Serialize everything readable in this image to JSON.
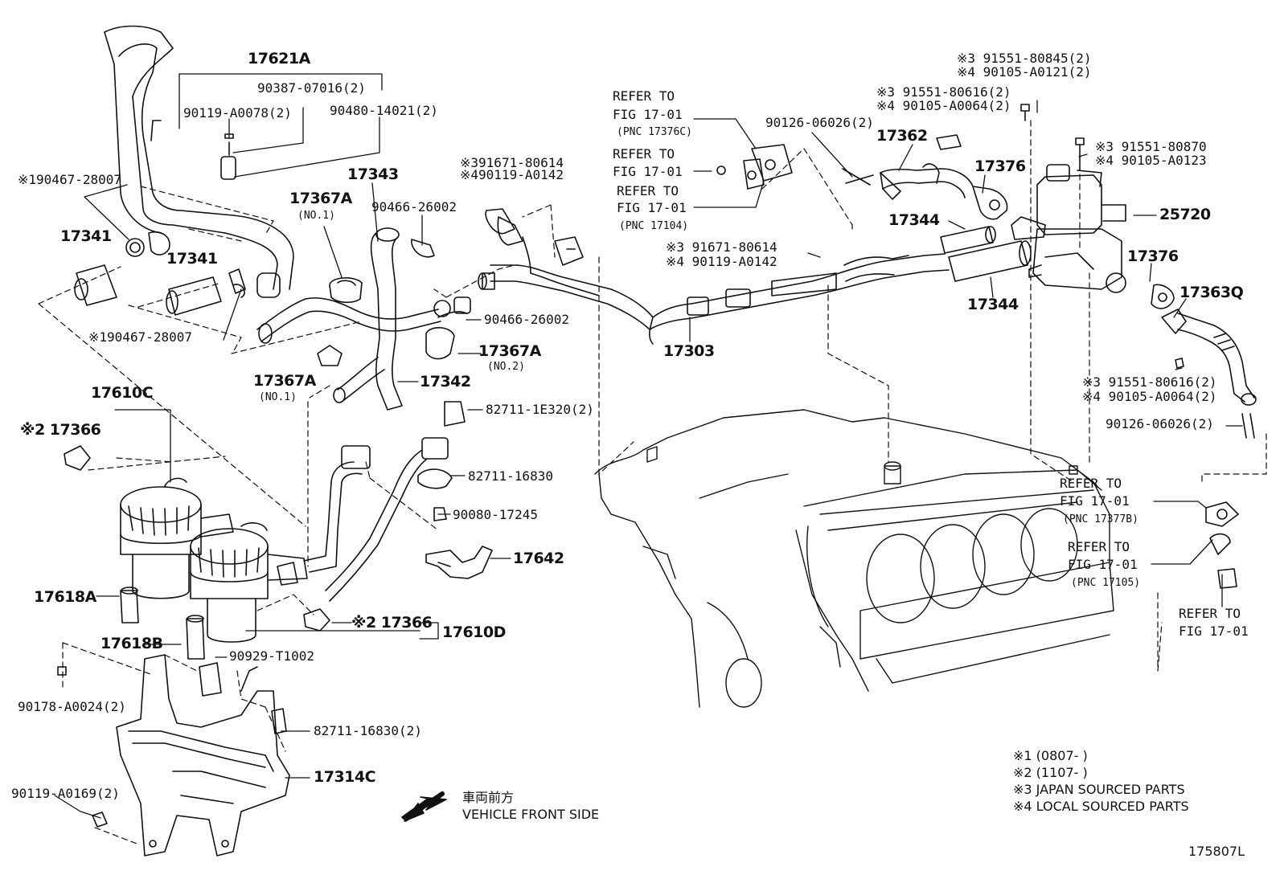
{
  "callouts": {
    "c17621A": "17621A",
    "c90387": "90387-07016(2)",
    "c90119a": "90119-A0078(2)",
    "c90480": "90480-14021(2)",
    "c90467a": "※190467-28007",
    "c17341a": "17341",
    "c17341b": "17341",
    "c90467b": "※190467-28007",
    "c17343": "17343",
    "c17367A1": "17367A",
    "c17367A1n": "(NO.1)",
    "c90466a": "90466-26002",
    "c91671a3": "※391671-80614",
    "c90119b4": "※490119-A0142",
    "c90466b": "90466-26002",
    "c17367A2": "17367A",
    "c17367A2n": "(NO.2)",
    "c17367A3": "17367A",
    "c17367A3n": "(NO.1)",
    "c17342": "17342",
    "c17610C": "17610C",
    "c17366a": "※2 17366",
    "c82711a": "82711-1E320(2)",
    "c82711b": "82711-16830",
    "c90080": "90080-17245",
    "c17642": "17642",
    "c17618A": "17618A",
    "c17366b": "※2 17366",
    "c17610D": "17610D",
    "c17618B": "17618B",
    "c90929": "90929-T1002",
    "c90178": "90178-A0024(2)",
    "c82711c": "82711-16830(2)",
    "c90119c": "90119-A0169(2)",
    "c17314C": "17314C",
    "c17303": "17303",
    "c91671b3": "※3 91671-80614",
    "c90119d4": "※4 90119-A0142",
    "c90126a": "90126-06026(2)",
    "c17362": "17362",
    "c17376a": "17376",
    "c17344a": "17344",
    "c17344b": "17344",
    "c25720": "25720",
    "c17376b": "17376",
    "c17363Q": "17363Q",
    "c91551a3": "※3 91551-80845(2)",
    "c90105a4": "※4 90105-A0121(2)",
    "c91551b3": "※3 91551-80616(2)",
    "c90105b4": "※4 90105-A0064(2)",
    "c91551c3": "※3 91551-80870",
    "c90105c4": "※4 90105-A0123",
    "c91551d3": "※3 91551-80616(2)",
    "c90105d4": "※4 90105-A0064(2)",
    "c90126b": "90126-06026(2)"
  },
  "refs": {
    "r1a": "REFER TO",
    "r1b": "FIG 17-01",
    "r1c": "(PNC 17376C)",
    "r2a": "REFER TO",
    "r2b": "FIG 17-01",
    "r3a": "REFER TO",
    "r3b": "FIG 17-01",
    "r3c": "(PNC 17104)",
    "r4a": "REFER TO",
    "r4b": "FIG 17-01",
    "r4c": "(PNC 17377B)",
    "r5a": "REFER TO",
    "r5b": "FIG 17-01",
    "r5c": "(PNC 17105)",
    "r6a": "REFER TO",
    "r6b": "FIG 17-01"
  },
  "notes": {
    "n1": "※1 (0807-       )",
    "n2": "※2 (1107-       )",
    "n3": "※3 JAPAN SOURCED PARTS",
    "n4": "※4 LOCAL SOURCED PARTS"
  },
  "direction": {
    "jp": "車両前方",
    "en": "VEHICLE FRONT SIDE"
  },
  "figure_id": "175807L"
}
